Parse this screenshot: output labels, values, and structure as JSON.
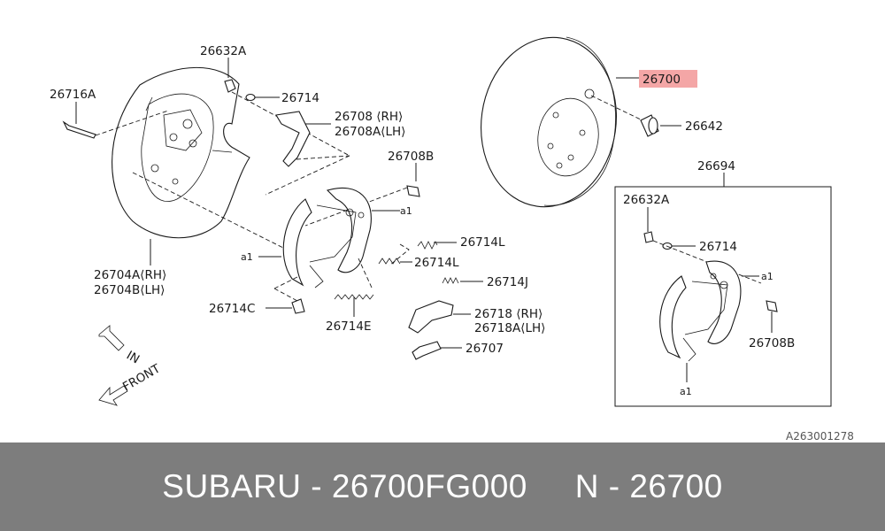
{
  "labels": {
    "p26632A": "26632A",
    "p26714_top": "26714",
    "p26716A": "26716A",
    "p26708": "26708 ⟨RH⟩",
    "p26708A": "26708A⟨LH⟩",
    "p26708B_top": "26708B",
    "a1_a": "a1",
    "a1_b": "a1",
    "p26714L_a": "26714L",
    "p26714L_b": "26714L",
    "p26714J": "26714J",
    "p26704A": "26704A⟨RH⟩",
    "p26704B": "26704B⟨LH⟩",
    "p26714C": "26714C",
    "p26714E": "26714E",
    "p26718": "26718 ⟨RH⟩",
    "p26718A": "26718A⟨LH⟩",
    "p26707": "26707",
    "p26700": "26700",
    "p26642": "26642",
    "p26694": "26694",
    "kit_26632A": "26632A",
    "kit_26714": "26714",
    "kit_a1_a": "a1",
    "kit_26708B": "26708B",
    "kit_a1_b": "a1",
    "dir_in": "IN",
    "dir_front": "FRONT",
    "ref": "A263001278"
  },
  "highlight_color": "#f4a6a6",
  "footer": {
    "text": "SUBARU - 26700FG000     N - 26700"
  }
}
